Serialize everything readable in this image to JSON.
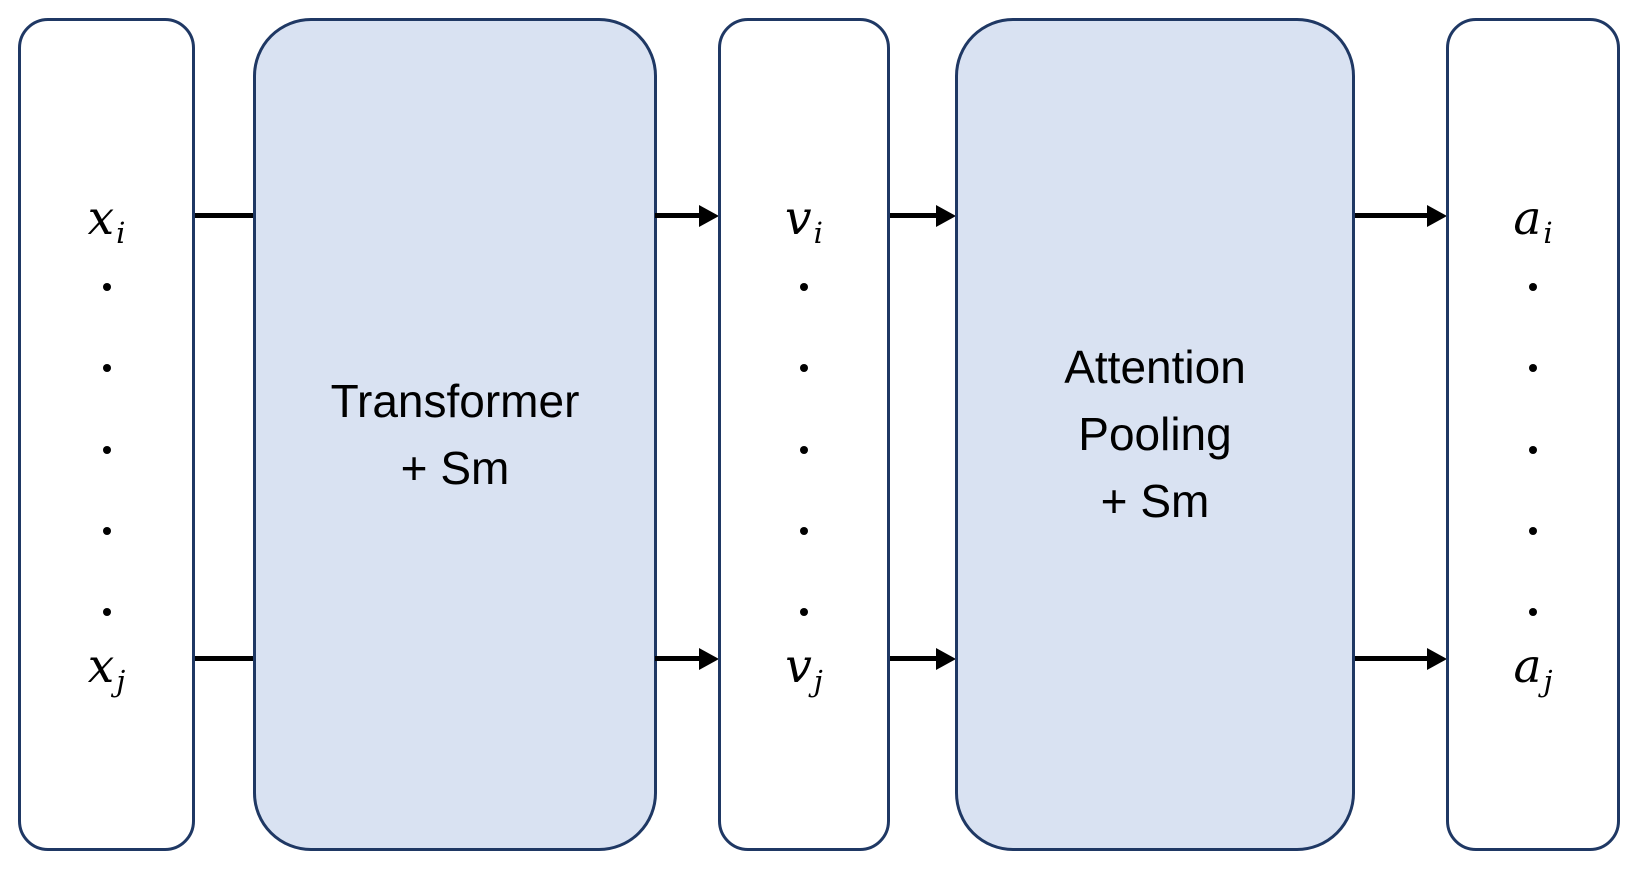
{
  "diagram": {
    "blocks": {
      "transformer": {
        "lines": [
          "Transformer",
          "+ Sm"
        ]
      },
      "attention_pooling": {
        "lines": [
          "Attention",
          "Pooling",
          "+ Sm"
        ]
      }
    },
    "columns": {
      "inputs": {
        "top_base": "x",
        "top_sub": "i",
        "bottom_base": "x",
        "bottom_sub": "j"
      },
      "values": {
        "top_base": "v",
        "top_sub": "i",
        "bottom_base": "v",
        "bottom_sub": "j"
      },
      "outputs": {
        "top_base": "a",
        "top_sub": "i",
        "bottom_base": "a",
        "bottom_sub": "j"
      }
    },
    "dots_per_column": 5,
    "colors": {
      "block_fill": "#d9e2f2",
      "stroke": "#1f3864",
      "arrow": "#000000",
      "text": "#000000",
      "background": "#ffffff"
    }
  }
}
